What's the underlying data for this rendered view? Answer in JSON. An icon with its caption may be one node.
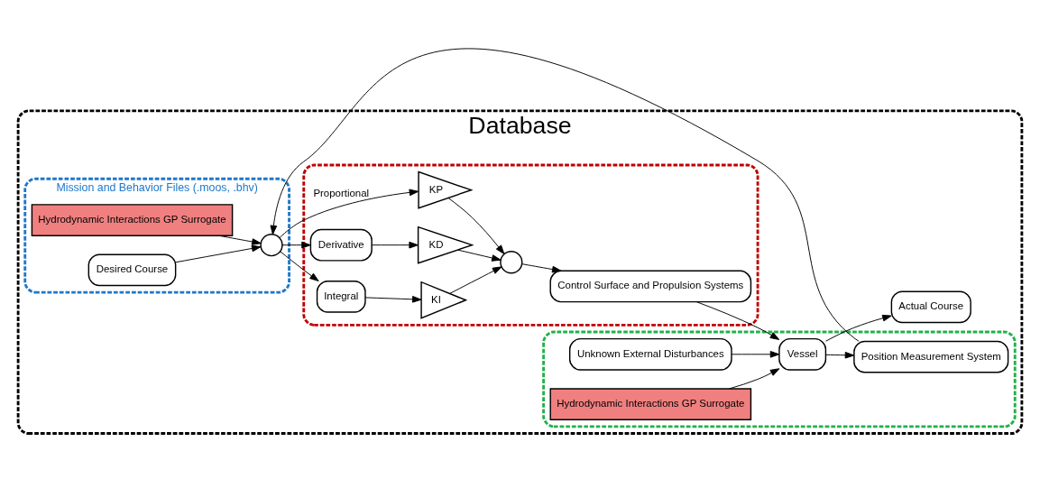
{
  "diagram": {
    "nodes": [
      {
        "text": [
          "Database"
        ]
      },
      {
        "text": [
          "Mission and Behavior Files (.moos, .bhv)"
        ],
        "in": 0
      },
      {
        "text": [
          "Hydrodynamic Interactions GP Surrogate"
        ],
        "in": 1
      },
      {
        "text": [
          "Desired Course"
        ],
        "in": 1
      },
      {
        "text": [],
        "shape": "circle",
        "in": 1
      },
      {
        "text": [],
        "shape": "box",
        "in": 0
      },
      {
        "text": [
          "Integral"
        ],
        "in": 5
      },
      {
        "text": [
          "Derivative"
        ],
        "in": 5
      },
      {
        "text": [
          "KP"
        ],
        "in": 5
      },
      {
        "text": [
          "KI"
        ],
        "in": 5
      },
      {
        "text": [
          "KD"
        ],
        "in": 5
      },
      {
        "text": [],
        "shape": "circle",
        "in": 5
      },
      {
        "text": [
          "Control Surface and Propulsion Systems"
        ],
        "in": 5
      },
      {
        "text": [],
        "shape": "box",
        "in": 0
      },
      {
        "text": [
          "Unknown External Disturbances"
        ],
        "in": 13
      },
      {
        "text": [
          "Vessel"
        ],
        "in": 13
      },
      {
        "text": [
          "Hydrodynamic Interactions GP Surrogate"
        ],
        "in": 13
      },
      {
        "text": [
          "Position Measurement System"
        ],
        "in": 13
      },
      {
        "text": [
          "Actual Course"
        ],
        "in": 0
      }
    ],
    "edges": [
      {
        "from": 3,
        "to": 4,
        "arrow": "to"
      },
      {
        "from": 2,
        "to": 4,
        "arrow": "to"
      },
      {
        "from": 4,
        "to": 8,
        "arrow": "to",
        "label": "Proportional"
      },
      {
        "from": 4,
        "to": 6,
        "arrow": "to"
      },
      {
        "from": 4,
        "to": 7,
        "arrow": "to"
      },
      {
        "from": 6,
        "to": 9,
        "arrow": "to"
      },
      {
        "from": 7,
        "to": 10,
        "arrow": "to"
      },
      {
        "from": 8,
        "to": 11,
        "arrow": "to"
      },
      {
        "from": 9,
        "to": 11,
        "arrow": "to"
      },
      {
        "from": 10,
        "to": 11,
        "arrow": "to"
      },
      {
        "from": 11,
        "to": 12,
        "arrow": "to"
      },
      {
        "from": 12,
        "to": 15,
        "arrow": "to"
      },
      {
        "from": 14,
        "to": 15,
        "arrow": "to"
      },
      {
        "from": 16,
        "to": 15,
        "arrow": "to"
      },
      {
        "from": 15,
        "to": 18,
        "arrow": "to"
      },
      {
        "from": 15,
        "to": 17,
        "arrow": "to"
      },
      {
        "from": 17,
        "to": 4,
        "arrow": "to"
      }
    ]
  }
}
